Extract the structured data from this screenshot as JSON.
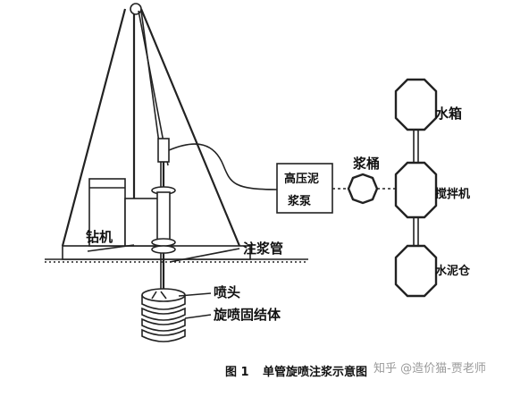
{
  "labels": {
    "drill_rig": "钻机",
    "grout_pipe": "注浆管",
    "nozzle": "喷头",
    "jet_body": "旋喷固结体",
    "pump_line1": "高压泥",
    "pump_line2": "浆泵",
    "slurry_bucket": "浆桶",
    "water_tank": "水箱",
    "mixer": "搅拌机",
    "cement_silo": "水泥仓"
  },
  "caption": {
    "number": "图 1",
    "title": "单管旋喷注浆示意图"
  },
  "watermark": "知乎 @造价猫-贾老师"
}
